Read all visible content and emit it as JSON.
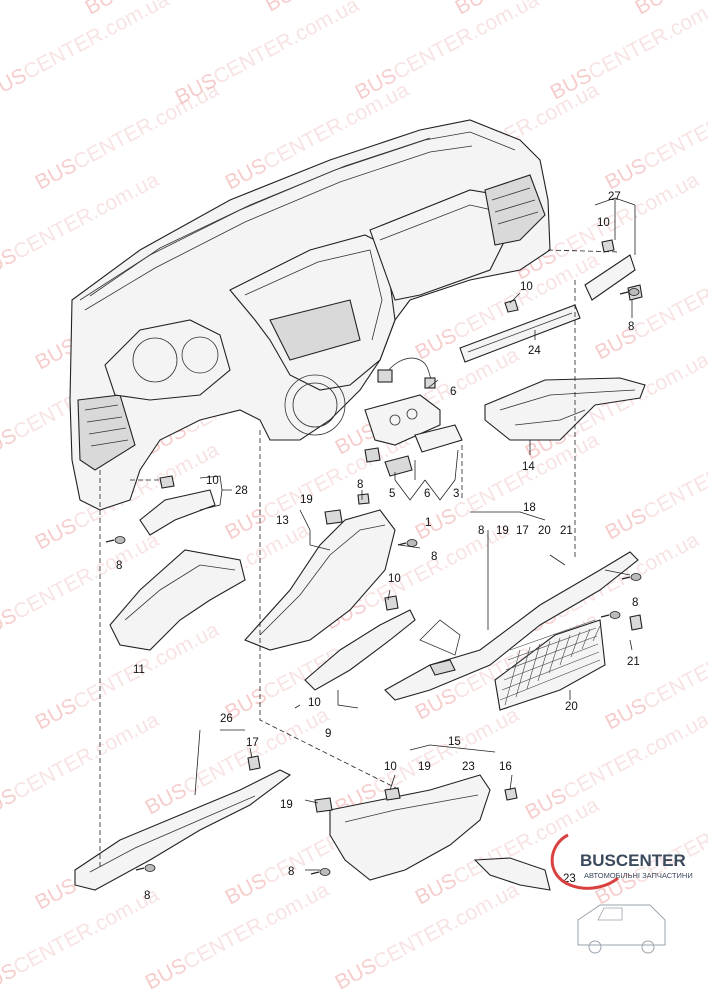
{
  "watermark": {
    "brand_red": "BUS",
    "brand_red_center": "CENTER",
    "domain": ".com.ua",
    "color_red": "#e25b5b",
    "color_light": "#e8a4a4"
  },
  "logo": {
    "name": "BUSCENTER",
    "tagline": "АВТОМОБІЛЬНІ ЗАПЧАСТИНИ",
    "color": "#3b4a5c",
    "accent": "#d94040"
  },
  "callouts": [
    {
      "id": "c27",
      "text": "27"
    },
    {
      "id": "c10a",
      "text": "10"
    },
    {
      "id": "c8a",
      "text": "8"
    },
    {
      "id": "c10b",
      "text": "10"
    },
    {
      "id": "c24",
      "text": "24"
    },
    {
      "id": "c6a",
      "text": "6"
    },
    {
      "id": "c14",
      "text": "14"
    },
    {
      "id": "c10c",
      "text": "10"
    },
    {
      "id": "c28",
      "text": "28"
    },
    {
      "id": "c19a",
      "text": "19"
    },
    {
      "id": "c8b",
      "text": "8"
    },
    {
      "id": "c5",
      "text": "5"
    },
    {
      "id": "c6b",
      "text": "6"
    },
    {
      "id": "c3",
      "text": "3"
    },
    {
      "id": "c1",
      "text": "1"
    },
    {
      "id": "c13",
      "text": "13"
    },
    {
      "id": "c8c",
      "text": "8"
    },
    {
      "id": "c8d",
      "text": "8"
    },
    {
      "id": "c18",
      "text": "18"
    },
    {
      "id": "c8e",
      "text": "8"
    },
    {
      "id": "c19b",
      "text": "19"
    },
    {
      "id": "c17a",
      "text": "17"
    },
    {
      "id": "c20a",
      "text": "20"
    },
    {
      "id": "c21a",
      "text": "21"
    },
    {
      "id": "c8f",
      "text": "8"
    },
    {
      "id": "c10d",
      "text": "10"
    },
    {
      "id": "c11",
      "text": "11"
    },
    {
      "id": "c21b",
      "text": "21"
    },
    {
      "id": "c20b",
      "text": "20"
    },
    {
      "id": "c10e",
      "text": "10"
    },
    {
      "id": "c9",
      "text": "9"
    },
    {
      "id": "c26",
      "text": "26"
    },
    {
      "id": "c17b",
      "text": "17"
    },
    {
      "id": "c15",
      "text": "15"
    },
    {
      "id": "c10f",
      "text": "10"
    },
    {
      "id": "c19c",
      "text": "19"
    },
    {
      "id": "c23a",
      "text": "23"
    },
    {
      "id": "c16",
      "text": "16"
    },
    {
      "id": "c19d",
      "text": "19"
    },
    {
      "id": "c8g",
      "text": "8"
    },
    {
      "id": "c8h",
      "text": "8"
    },
    {
      "id": "c23b",
      "text": "23"
    }
  ]
}
